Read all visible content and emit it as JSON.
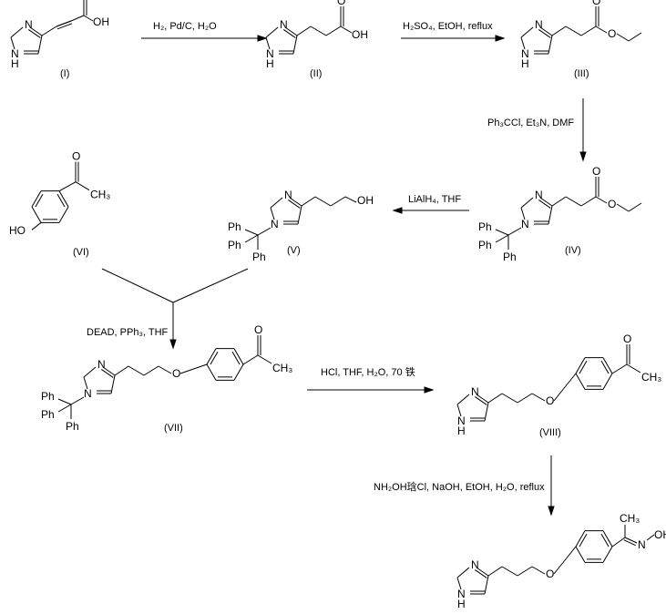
{
  "compounds": {
    "I": "(I)",
    "II": "(II)",
    "III": "(III)",
    "IV": "(IV)",
    "V": "(V)",
    "VI": "(VI)",
    "VII": "(VII)",
    "VIII": "(VIII)"
  },
  "reagents": {
    "step1": "H₂, Pd/C, H₂O",
    "step2": "H₂SO₄, EtOH, reflux",
    "step3": "Ph₃CCl, Et₃N, DMF",
    "step4": "LiAlH₄, THF",
    "step5": "DEAD, PPh₃, THF",
    "step6": "HCl, THF, H₂O, 70 铁",
    "step7": "NH₂OH琀Cl, NaOH, EtOH, H₂O, reflux"
  },
  "atoms": {
    "N": "N",
    "H": "H",
    "O": "O",
    "OH": "OH",
    "HO": "HO",
    "CH3": "CH₃",
    "Ph": "Ph"
  }
}
